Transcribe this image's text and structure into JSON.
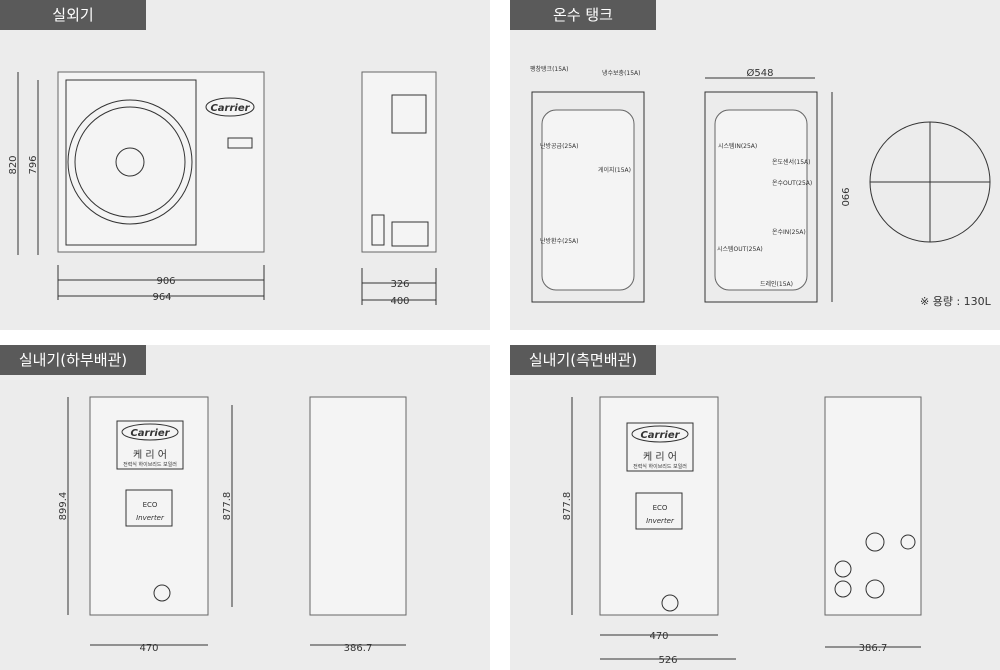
{
  "panels": [
    {
      "title": "실외기",
      "dims": {
        "height_total": "820",
        "height_body": "796",
        "width_body": "906",
        "width_total": "964",
        "depth_body": "326",
        "depth_total": "400"
      },
      "logo": "Carrier"
    },
    {
      "title": "온수 탱크",
      "diameter": "Ø548",
      "height": "990",
      "capacity": "※ 용량 : 130L",
      "ports": [
        "팽창탱크(15A)",
        "냉수보충(15A)",
        "난방공급(25A)",
        "게이지(15A)",
        "난방환수(25A)",
        "시스템IN(25A)",
        "온도센서(15A)",
        "온수OUT(25A)",
        "온수IN(25A)",
        "시스템OUT(25A)",
        "드레인(15A)"
      ]
    },
    {
      "title": "실내기(하부배관)",
      "dims": {
        "height_total": "899.4",
        "height_body": "877.8",
        "width": "470",
        "depth": "386.7"
      }
    },
    {
      "title": "실내기(측면배관)",
      "dims": {
        "height_body": "877.8",
        "width": "470",
        "width_total": "526",
        "depth": "386.7"
      }
    }
  ],
  "label": {
    "logo": "Carrier",
    "brand_kr": "케 리 어",
    "sub": "전력식 하이브리드 보일러",
    "eco": "ECO",
    "inverter": "Inverter"
  }
}
